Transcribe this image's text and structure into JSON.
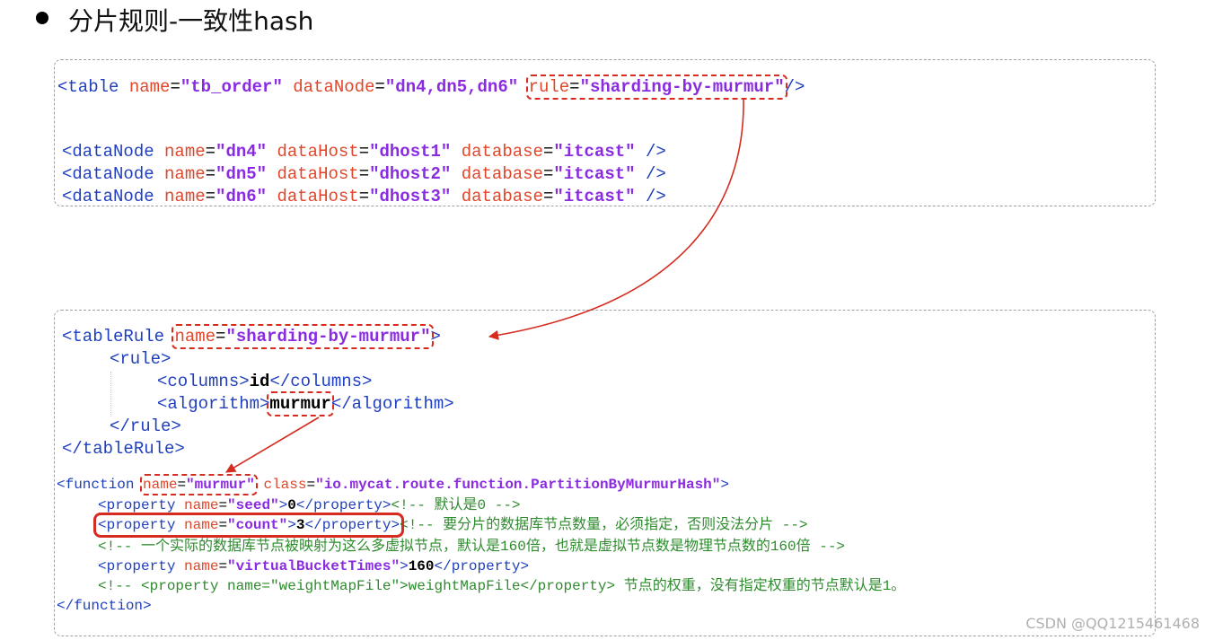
{
  "heading": "分片规则-一致性hash",
  "table_line": {
    "open": "<table",
    "name_attr": "name",
    "name_val": "\"tb_order\"",
    "datanode_attr": "dataNode",
    "datanode_val": "\"dn4,dn5,dn6\"",
    "rule_attr": "rule",
    "rule_val": "\"sharding-by-murmur\"",
    "close": "/>"
  },
  "datanodes": [
    {
      "name": "\"dn4\"",
      "host": "\"dhost1\"",
      "db": "\"itcast\""
    },
    {
      "name": "\"dn5\"",
      "host": "\"dhost2\"",
      "db": "\"itcast\""
    },
    {
      "name": "\"dn6\"",
      "host": "\"dhost3\"",
      "db": "\"itcast\""
    }
  ],
  "datanode_tag": "<dataNode",
  "attr_name": "name",
  "attr_datahost": "dataHost",
  "attr_database": "database",
  "close_slash": "/>",
  "tablerule": {
    "open": "<tableRule",
    "name_val": "\"sharding-by-murmur\"",
    "gt": ">",
    "rule_open": "<rule>",
    "columns_open": "<columns>",
    "columns_val": "id",
    "columns_close": "</columns>",
    "algorithm_open": "<algorithm>",
    "algorithm_val": "murmur",
    "algorithm_close": "</algorithm>",
    "rule_close": "</rule>",
    "close": "</tableRule>"
  },
  "function": {
    "open": "<function",
    "name_val": "\"murmur\"",
    "class_attr": "class",
    "class_val": "\"io.mycat.route.function.PartitionByMurmurHash\"",
    "gt": ">",
    "prop_open": "<property",
    "prop_close": "</property>",
    "seed_name": "\"seed\"",
    "seed_val": "0",
    "seed_comment": "<!-- 默认是0 -->",
    "count_name": "\"count\"",
    "count_val": "3",
    "count_comment": "<!-- 要分片的数据库节点数量，必须指定，否则没法分片 -->",
    "virtual_comment": "<!-- 一个实际的数据库节点被映射为这么多虚拟节点，默认是160倍，也就是虚拟节点数是物理节点数的160倍 -->",
    "vbt_name": "\"virtualBucketTimes\"",
    "vbt_val": "160",
    "weight_comment": "<!-- <property name=\"weightMapFile\">weightMapFile</property> 节点的权重，没有指定权重的节点默认是1。",
    "close": "</function>"
  },
  "eq": "=",
  "watermark": "CSDN @QQ1215461468",
  "colors": {
    "tag": "#1f3fbf",
    "attr": "#e0462a",
    "value": "#8a2be2",
    "comment": "#2e8b2e",
    "highlight": "#d62b1f"
  }
}
